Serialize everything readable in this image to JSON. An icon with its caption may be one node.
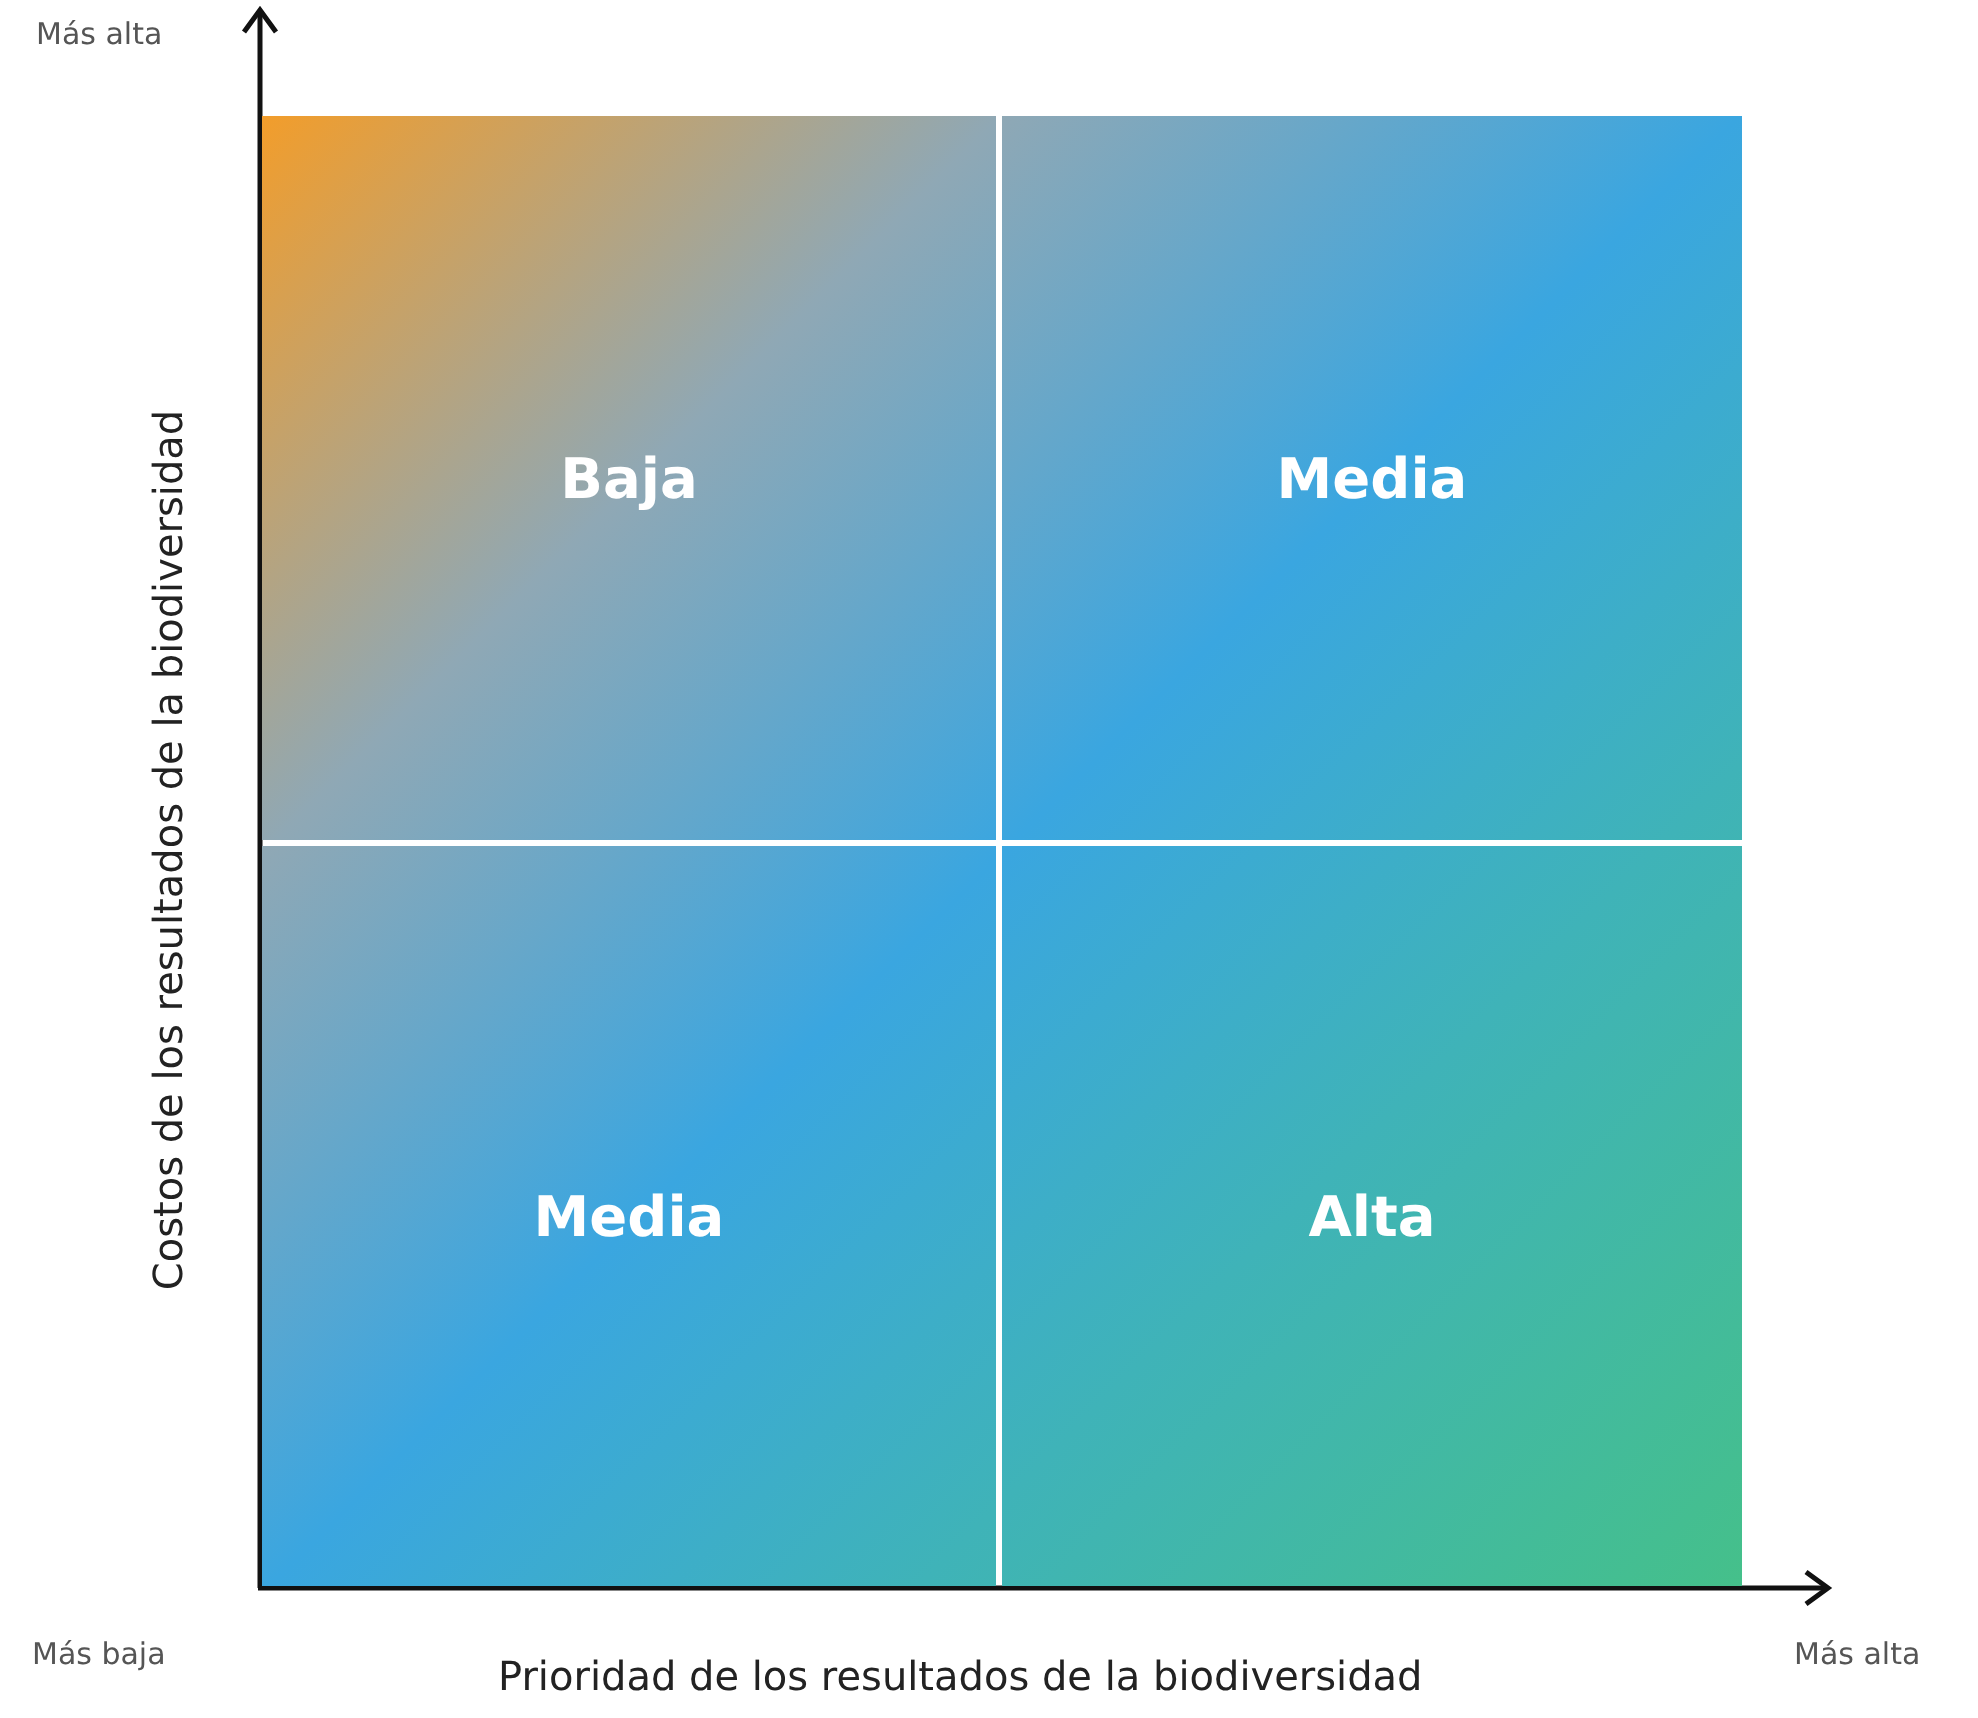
{
  "diagram": {
    "nodes": [
      {
        "text": [
          "Baja"
        ]
      },
      {
        "text": [
          "Media"
        ]
      },
      {
        "text": [
          "Media"
        ]
      },
      {
        "text": [
          "Alta"
        ]
      }
    ],
    "labels": [
      "Más alta",
      "Costos de los resultados de la biodiversidad",
      "Más baja",
      "Prioridad de los resultados de la biodiversidad",
      "Más alta"
    ]
  }
}
